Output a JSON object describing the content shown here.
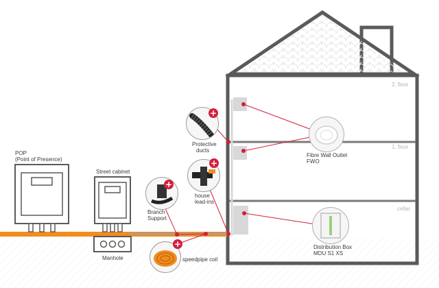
{
  "labels": {
    "pop_title": "POP",
    "pop_sub": "(Point of Presence)",
    "street_cabinet": "Street cabinet",
    "manhole": "Manhole",
    "branch_support_1": "Branch",
    "branch_support_2": "Support",
    "speedpipe_coil": "speedpipe coil",
    "protective_ducts_1": "Protective",
    "protective_ducts_2": "ducts",
    "house_leadins_1": "house",
    "house_leadins_2": "lead-ins",
    "fwo_1": "Fibre Wall Outlet",
    "fwo_2": "FWO",
    "dist_box_1": "Distribution Box",
    "dist_box_2": "MDU S1 XS"
  },
  "floors": {
    "second": "2. floor",
    "first": "1. floor",
    "cellar": "cellar"
  },
  "plus_symbol": "+",
  "colors": {
    "accent_red": "#d21f3c",
    "trench_orange": "#f28c1e",
    "outline_gray": "#5a5a5a",
    "light_gray": "#d8d8d8",
    "duct_blue": "#7fa8d8"
  }
}
